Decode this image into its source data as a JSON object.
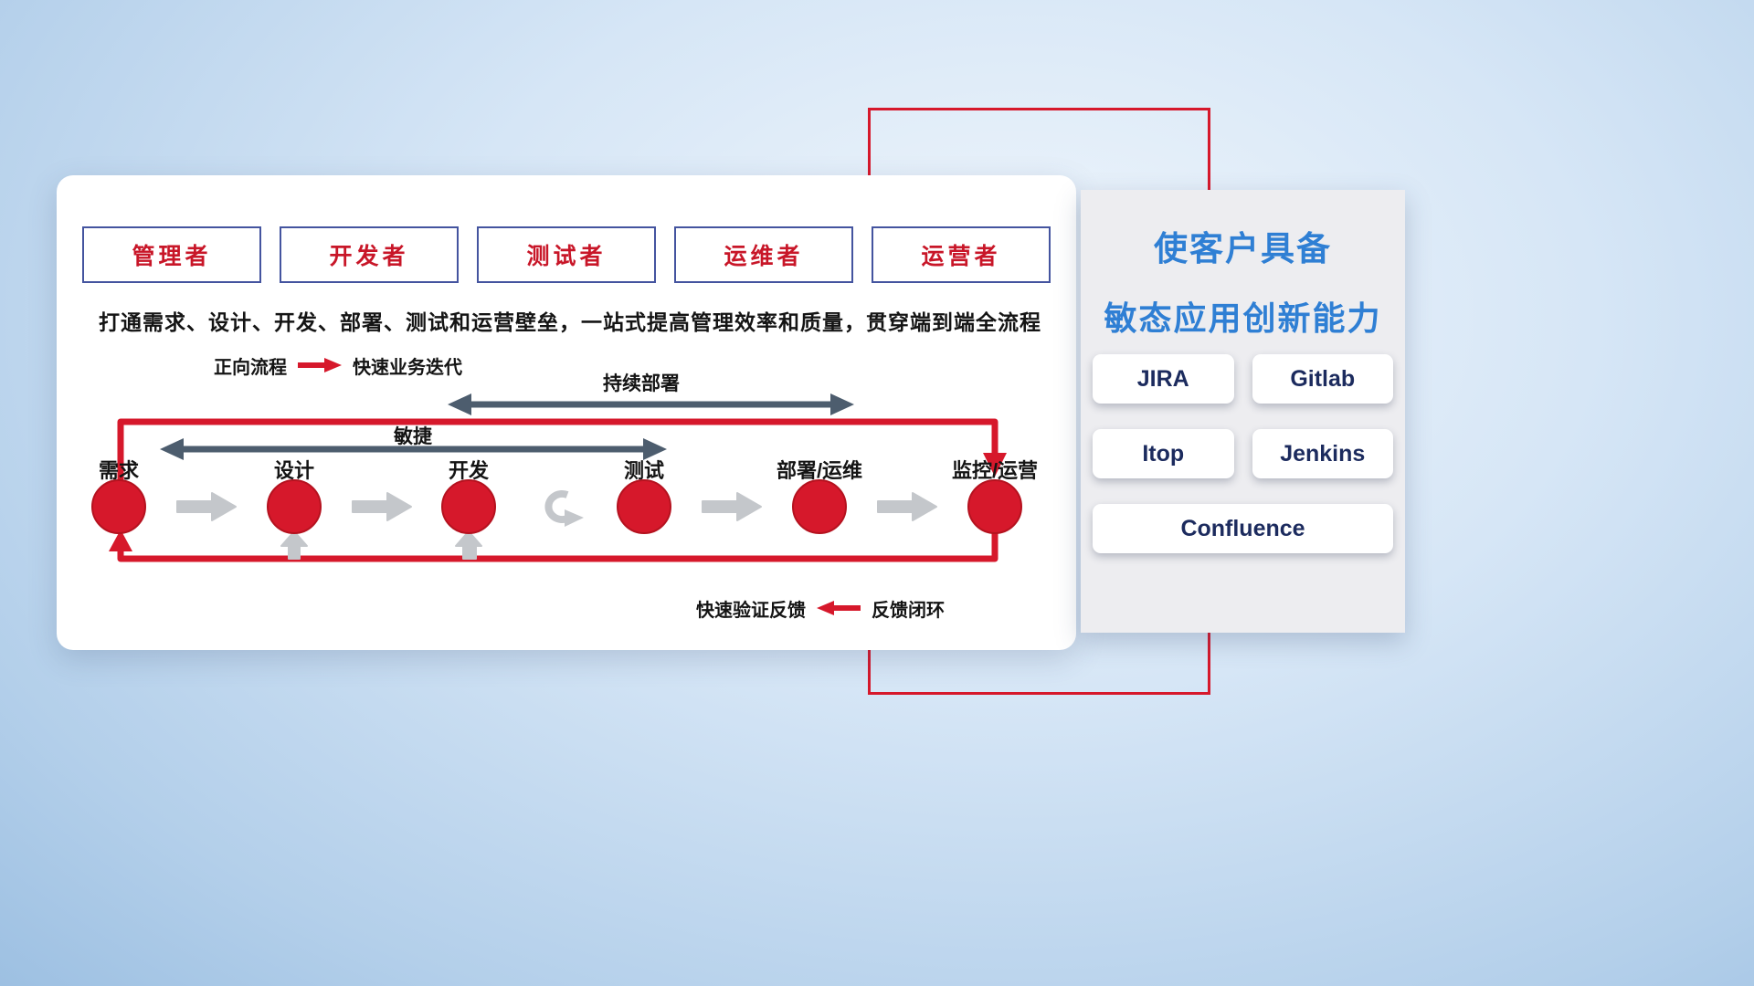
{
  "colors": {
    "accent_red": "#d6182b",
    "title_blue": "#2f7fd4",
    "role_text_red": "#c81628",
    "role_border_blue": "#44549f",
    "dark_arrow": "#4d5d6e",
    "gray_arrow": "#c4c7cb",
    "tool_text_navy": "#1c2b5e"
  },
  "roles": [
    "管理者",
    "开发者",
    "测试者",
    "运维者",
    "运营者"
  ],
  "subtitle": "打通需求、设计、开发、部署、测试和运营壁垒，一站式提高管理效率和质量，贯穿端到端全流程",
  "legend_forward": {
    "name": "正向流程",
    "desc": "快速业务迭代"
  },
  "legend_feedback": {
    "desc": "快速验证反馈",
    "name": "反馈闭环"
  },
  "flow": {
    "continuous_deploy_label": "持续部署",
    "agile_label": "敏捷",
    "stages": [
      "需求",
      "设计",
      "开发",
      "测试",
      "部署/运维",
      "监控/运营"
    ]
  },
  "side_panel": {
    "title_line1": "使客户具备",
    "title_line2": "敏态应用创新能力",
    "tools": [
      "JIRA",
      "Gitlab",
      "Itop",
      "Jenkins",
      "Confluence"
    ]
  }
}
